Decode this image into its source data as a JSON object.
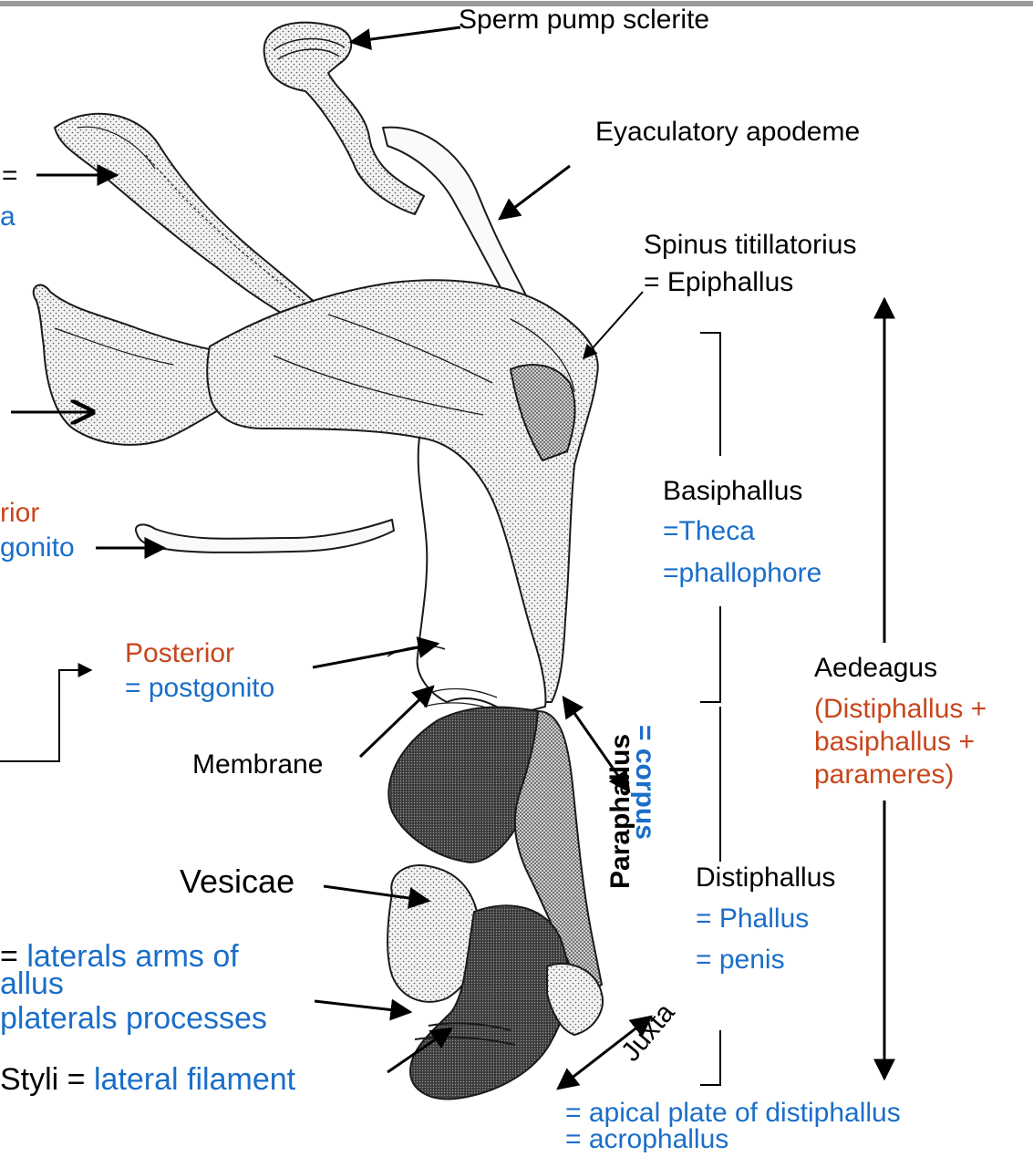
{
  "colors": {
    "black": "#000000",
    "red": "#c8461c",
    "blue": "#1a6ec9",
    "ink": "#1a1a1a",
    "stipple": "#555555",
    "dark_sclerite": "#2f2f2f",
    "top_rule": "#999999"
  },
  "labels": {
    "sperm_pump": "Sperm pump sclerite",
    "eyaculatory": "Eyaculatory apodeme",
    "spinus_line1": "Spinus titillatorius",
    "spinus_line2": "= Epiphallus",
    "left_eq": "=",
    "left_a": "a",
    "left_rior": "rior",
    "left_gonito": "gonito",
    "posterior": "Posterior",
    "postgonito": "= postgonito",
    "membrane": "Membrane",
    "basiphallus": "Basiphallus",
    "theca": "=Theca",
    "phallophore": "=phallophore",
    "aedeagus": "Aedeagus",
    "aed_line1": "(Distiphallus +",
    "aed_line2": "basiphallus +",
    "aed_line3": "parameres)",
    "paraphallus": "Paraphallus",
    "corpus": "= corpus",
    "vesicae": "Vesicae",
    "distiphallus": "Distiphallus",
    "phallus": "= Phallus",
    "penis": "= penis",
    "juxta": "Juxta",
    "laterals_eq": "= ",
    "laterals_arms": "laterals arms of",
    "allus": "allus",
    "platerals": "platerals processes",
    "styli": "Styli = ",
    "lateral_filament": "lateral filament",
    "apical_plate": "= apical plate of distiphallus",
    "acrophallus": "= acrophallus"
  }
}
